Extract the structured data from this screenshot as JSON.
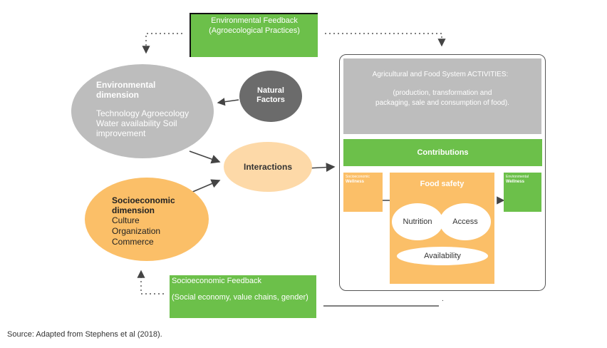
{
  "environmental_feedback": {
    "line1": "Environmental Feedback",
    "line2": "(Agroecological Practices)"
  },
  "environmental_dimension": {
    "title_line1": "Environmental",
    "title_line2": "dimension",
    "body": "Technology Agroecology Water availability Soil improvement"
  },
  "natural_factors": {
    "line1": "Natural",
    "line2": "Factors"
  },
  "interactions": {
    "label": "Interactions"
  },
  "socioeconomic_dimension": {
    "title_line1": "Socioeconomic",
    "title_line2": "dimension",
    "items": [
      "Culture",
      "Organization",
      "Commerce"
    ]
  },
  "socioeconomic_feedback": {
    "title": "Socioeconomic Feedback",
    "subtitle": "(Social economy, value chains, gender)"
  },
  "activities": {
    "line1": "Agricultural and Food System ACTIVITIES:",
    "line2": "(production, transformation and",
    "line3": "packaging, sale and consumption of food)."
  },
  "contributions": {
    "label": "Contributions"
  },
  "socioeconomic_wellness": {
    "line1": "Socioeconomic",
    "line2": "Wellness"
  },
  "environmental_wellness": {
    "line1": "Environmental",
    "line2": "Wellness"
  },
  "food_safety": {
    "title": "Food safety",
    "nutrition": "Nutrition",
    "access": "Access",
    "availability": "Availability"
  },
  "source": "Source: Adapted from Stephens et al (2018).",
  "trailing_mark": ".",
  "colors": {
    "green": "#6cc04a",
    "gray": "#bdbdbd",
    "dark_gray": "#6b6b6b",
    "orange": "#fbbf68",
    "light_orange": "#fdd9a8"
  }
}
